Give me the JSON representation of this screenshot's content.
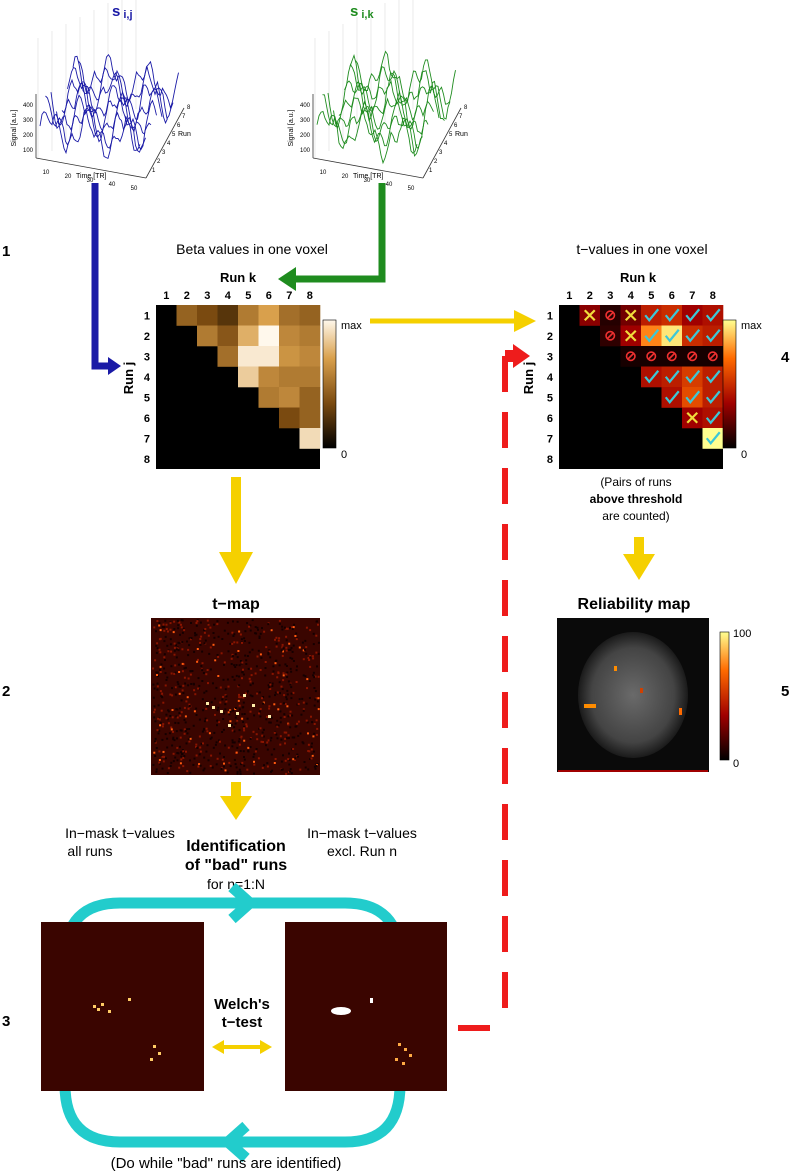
{
  "colors": {
    "blue": "#1a1aa6",
    "green": "#1f8c1f",
    "yellow": "#f5d000",
    "red": "#ee1c1c",
    "cyan": "#22cccc",
    "check": "#3cc8d8",
    "cross": "#f0dc3c"
  },
  "signals": {
    "left": {
      "label": "s",
      "sub": "i,j",
      "ylabel": "Signal [a.u.]",
      "xlabel": "Time [TR]",
      "zlabel": "Run",
      "yticks": [
        "100",
        "200",
        "300",
        "400"
      ],
      "xticks": [
        "10",
        "20",
        "30",
        "40",
        "50"
      ],
      "zticks": [
        "1",
        "2",
        "3",
        "4",
        "5",
        "6",
        "7",
        "8"
      ]
    },
    "right": {
      "label": "s",
      "sub": "i,k",
      "ylabel": "Signal [a.u.]",
      "xlabel": "Time [TR]",
      "zlabel": "Run",
      "yticks": [
        "100",
        "200",
        "300",
        "400"
      ],
      "xticks": [
        "10",
        "20",
        "30",
        "40",
        "50"
      ],
      "zticks": [
        "1",
        "2",
        "3",
        "4",
        "5",
        "6",
        "7",
        "8"
      ]
    }
  },
  "step_numbers": {
    "s1": "1",
    "s2": "2",
    "s3": "3",
    "s4": "4",
    "s5": "5"
  },
  "beta_matrix": {
    "title": "Beta values in one voxel",
    "col_label": "Run k",
    "row_label": "Run j",
    "ticks": [
      "1",
      "2",
      "3",
      "4",
      "5",
      "6",
      "7",
      "8"
    ],
    "cbar_max": "max",
    "cbar_min": "0",
    "values": [
      [
        null,
        0.45,
        0.35,
        0.25,
        0.55,
        0.7,
        0.5,
        0.45
      ],
      [
        null,
        null,
        0.55,
        0.4,
        0.75,
        1.0,
        0.6,
        0.55
      ],
      [
        null,
        null,
        null,
        0.5,
        0.95,
        0.95,
        0.65,
        0.6
      ],
      [
        null,
        null,
        null,
        null,
        0.85,
        0.6,
        0.55,
        0.55
      ],
      [
        null,
        null,
        null,
        null,
        null,
        0.55,
        0.6,
        0.45
      ],
      [
        null,
        null,
        null,
        null,
        null,
        null,
        0.35,
        0.45
      ],
      [
        null,
        null,
        null,
        null,
        null,
        null,
        null,
        0.9
      ],
      [
        null,
        null,
        null,
        null,
        null,
        null,
        null,
        null
      ]
    ]
  },
  "t_matrix": {
    "title": "t−values in one voxel",
    "col_label": "Run k",
    "row_label": "Run j",
    "ticks": [
      "1",
      "2",
      "3",
      "4",
      "5",
      "6",
      "7",
      "8"
    ],
    "cbar_max": "max",
    "cbar_min": "0",
    "values": [
      [
        null,
        0.3,
        0.08,
        0.25,
        0.45,
        0.5,
        0.35,
        0.4
      ],
      [
        null,
        null,
        0.1,
        0.35,
        0.75,
        0.95,
        0.5,
        0.45
      ],
      [
        null,
        null,
        null,
        0.05,
        0.05,
        0.05,
        0.05,
        0.05
      ],
      [
        null,
        null,
        null,
        null,
        0.4,
        0.45,
        0.55,
        0.45
      ],
      [
        null,
        null,
        null,
        null,
        null,
        0.4,
        0.6,
        0.45
      ],
      [
        null,
        null,
        null,
        null,
        null,
        null,
        0.35,
        0.4
      ],
      [
        null,
        null,
        null,
        null,
        null,
        null,
        null,
        1.0
      ],
      [
        null,
        null,
        null,
        null,
        null,
        null,
        null,
        null
      ]
    ],
    "marks": [
      [
        null,
        "x",
        "o",
        "x",
        "v",
        "v",
        "v",
        "v"
      ],
      [
        null,
        null,
        "o",
        "x",
        "v",
        "v",
        "v",
        "v"
      ],
      [
        null,
        null,
        null,
        "o",
        "o",
        "o",
        "o",
        "o"
      ],
      [
        null,
        null,
        null,
        null,
        "v",
        "v",
        "v",
        "v"
      ],
      [
        null,
        null,
        null,
        null,
        null,
        "v",
        "v",
        "v"
      ],
      [
        null,
        null,
        null,
        null,
        null,
        null,
        "x",
        "v"
      ],
      [
        null,
        null,
        null,
        null,
        null,
        null,
        null,
        "v"
      ],
      [
        null,
        null,
        null,
        null,
        null,
        null,
        null,
        null
      ]
    ],
    "note_line1": "(Pairs of runs",
    "note_line2": "above threshold",
    "note_line3": "are counted)"
  },
  "tmap": {
    "title": "t−map"
  },
  "reliability": {
    "title": "Reliability map",
    "cbar_max": "100",
    "cbar_min": "0"
  },
  "identification": {
    "line1": "Identification",
    "line2": "of \"bad\" runs",
    "line3": "for n=1:N"
  },
  "welch": {
    "left_line1": "In−mask t−values",
    "left_line2": "all runs",
    "right_line1": "In−mask t−values",
    "right_line2": "excl. Run n",
    "test_line1": "Welch's",
    "test_line2": "t−test",
    "loop_note": "(Do while \"bad\" runs are identified)"
  }
}
